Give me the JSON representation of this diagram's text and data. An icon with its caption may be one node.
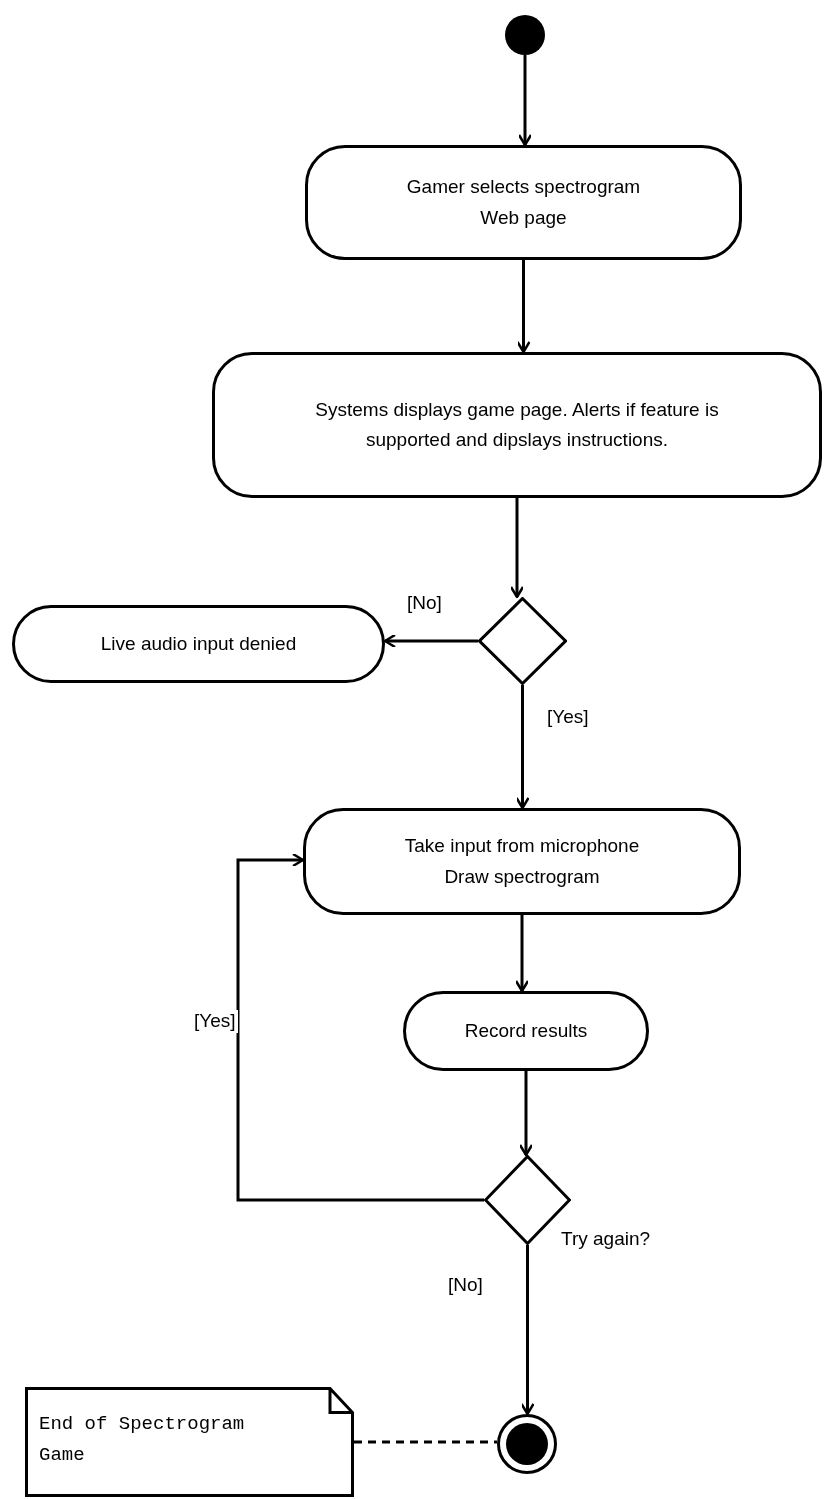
{
  "diagram": {
    "nodes": [
      {
        "text": [],
        "shape": "circle"
      },
      {
        "text": [
          "Gamer selects spectrogram Web page"
        ]
      },
      {
        "text": [
          "Systems displays game page. Alerts if feature is supported and dipslays instructions."
        ]
      },
      {
        "text": [],
        "shape": "diamond"
      },
      {
        "text": [
          "Live audio input denied"
        ]
      },
      {
        "text": [
          "Take input from microphone Draw spectrogram"
        ]
      },
      {
        "text": [
          "Record results"
        ]
      },
      {
        "text": [],
        "shape": "diamond",
        "beside": [
          "Try again?"
        ]
      },
      {
        "text": [],
        "shape": "circle"
      },
      {
        "text": [
          "End of Spectrogram Game"
        ]
      }
    ],
    "edges": [
      {
        "from": 0,
        "to": 1,
        "arrow": "to"
      },
      {
        "from": 1,
        "to": 2,
        "arrow": "to"
      },
      {
        "from": 2,
        "to": 3,
        "arrow": "to"
      },
      {
        "from": 3,
        "to": 4,
        "arrow": "to",
        "label": "[No]"
      },
      {
        "from": 3,
        "to": 5,
        "arrow": "to",
        "label": "[Yes]"
      },
      {
        "from": 5,
        "to": 6,
        "arrow": "to"
      },
      {
        "from": 6,
        "to": 7,
        "arrow": "to"
      },
      {
        "from": 7,
        "to": 5,
        "arrow": "to",
        "label": "[Yes]"
      },
      {
        "from": 7,
        "to": 8,
        "arrow": "to",
        "label": "[No]"
      },
      {
        "from": 9,
        "to": 8,
        "arrow": "none",
        "style": "dashed"
      }
    ]
  }
}
